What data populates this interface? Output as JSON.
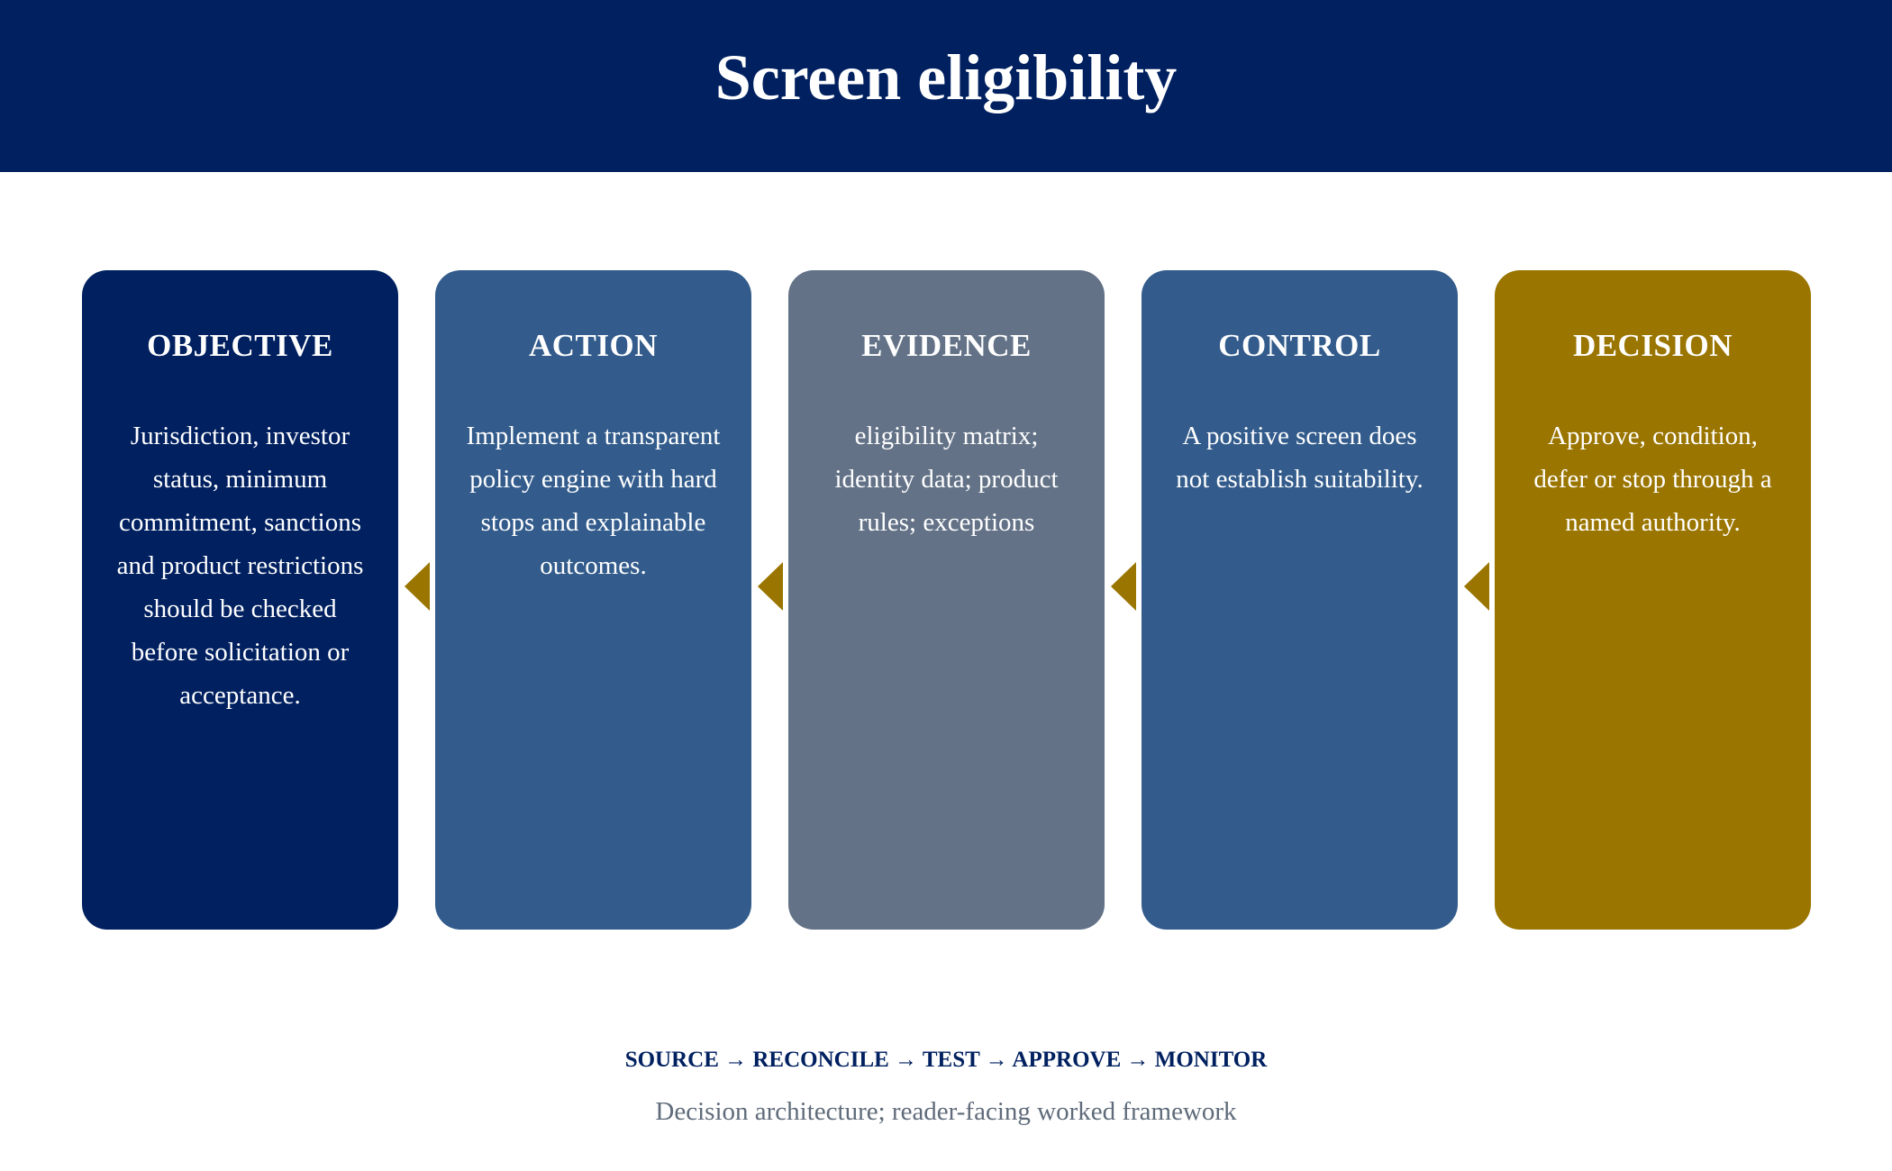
{
  "header": {
    "title": "Screen eligibility"
  },
  "cards": [
    {
      "title": "OBJECTIVE",
      "text": "Jurisdiction, investor status, minimum commitment, sanctions and product restrictions should be checked before solicitation or acceptance.",
      "color": "#002060"
    },
    {
      "title": "ACTION",
      "text": "Implement a transparent policy engine with hard stops and explainable outcomes.",
      "color": "#335C8C"
    },
    {
      "title": "EVIDENCE",
      "text": "eligibility matrix; identity data; product rules; exceptions",
      "color": "#637287"
    },
    {
      "title": "CONTROL",
      "text": "A positive screen does not establish suitability.",
      "color": "#335C8C"
    },
    {
      "title": "DECISION",
      "text": "Approve, condition, defer or stop through a named authority.",
      "color": "#9A7500"
    }
  ],
  "connector_color": "#9A7500",
  "footer": {
    "flow": "SOURCE → RECONCILE → TEST → APPROVE → MONITOR",
    "caption": "Decision architecture; reader-facing worked framework"
  }
}
